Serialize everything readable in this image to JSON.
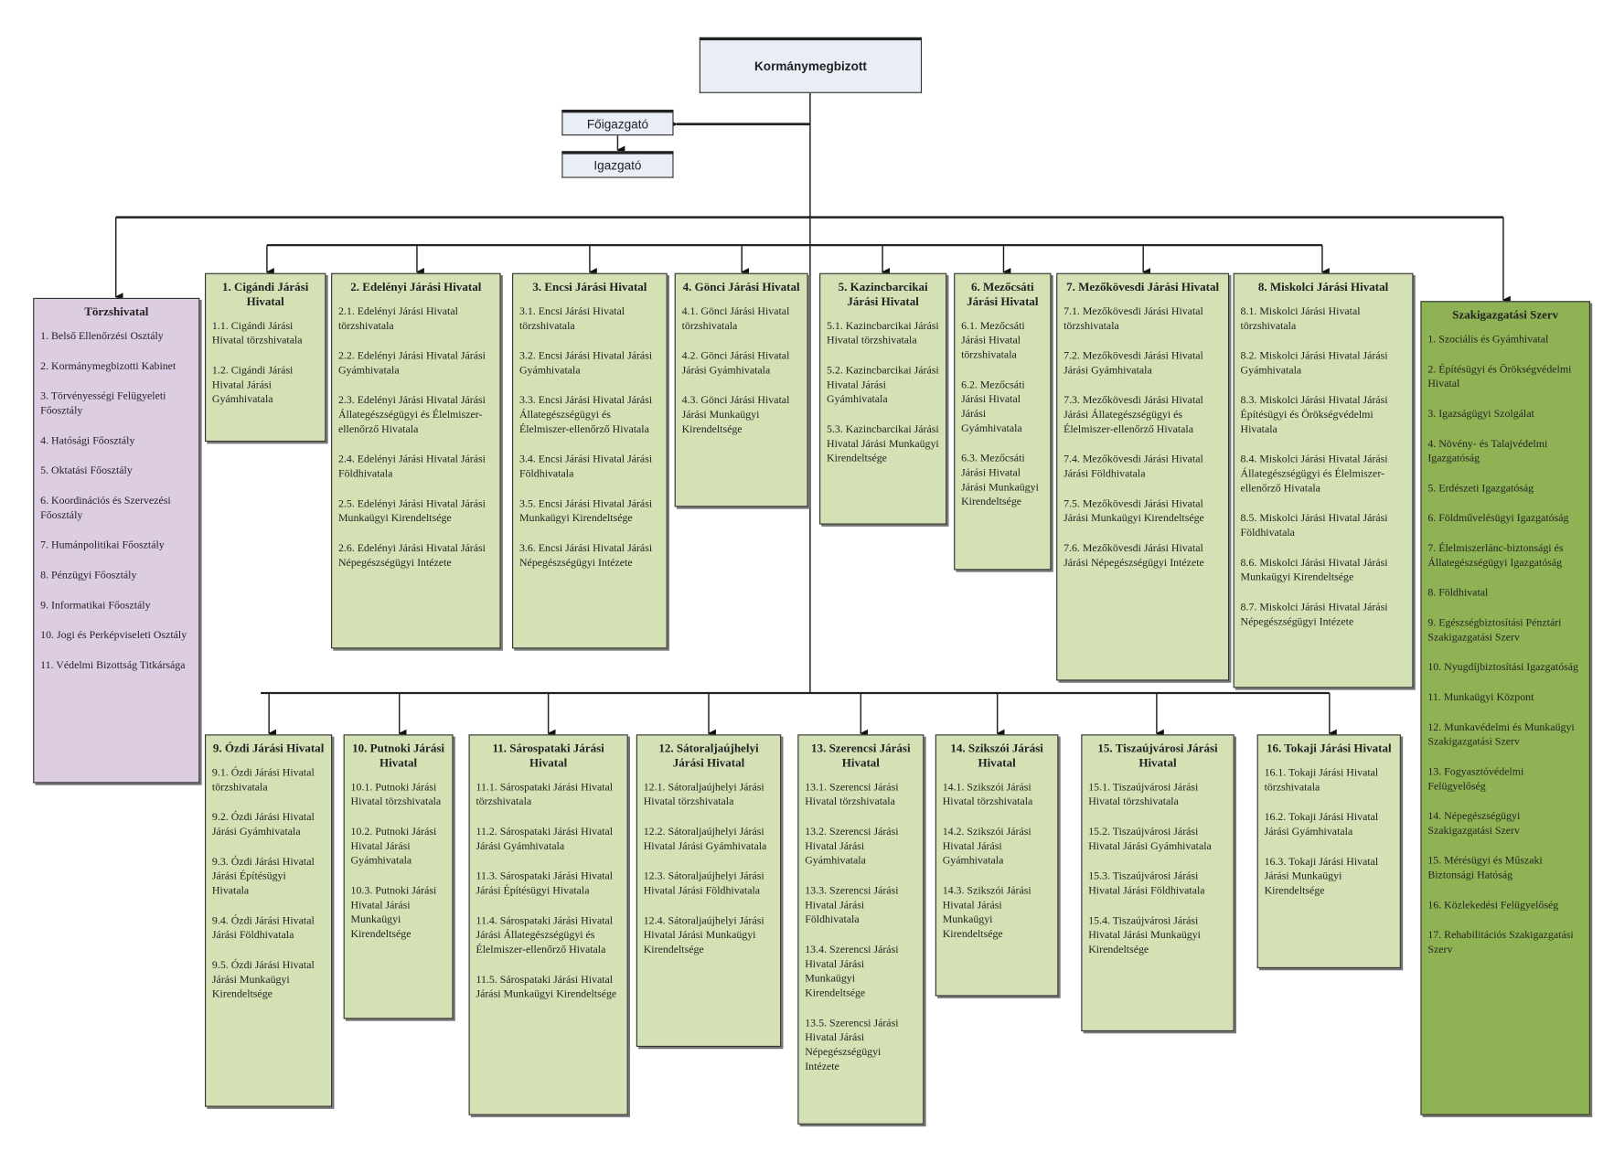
{
  "head": {
    "title": "Kormánymegbizott",
    "deputy": "Főigazgató",
    "director": "Igazgató"
  },
  "torzshivatal": {
    "title": "Törzshivatal",
    "items": [
      "1. Belső Ellenőrzési Osztály",
      "2. Kormánymegbizotti Kabinet",
      "3. Törvényességi Felügyeleti Főosztály",
      "4. Hatósági Főosztály",
      "5. Oktatási Főosztály",
      "6. Koordinációs és Szervezési Főosztály",
      "7. Humánpolitikai Főosztály",
      "8. Pénzügyi Főosztály",
      "9. Informatikai Főosztály",
      "10. Jogi és Perképviseleti Osztály",
      "11. Védelmi Bizottság Titkársága"
    ]
  },
  "szakigazgatasi": {
    "title": "Szakigazgatási Szerv",
    "items": [
      "1. Szociális és Gyámhivatal",
      "2. Építésügyi és Örökségvédelmi Hivatal",
      "3. Igazságügyi Szolgálat",
      "4. Növény- és Talajvédelmi Igazgatóság",
      "5. Erdészeti Igazgatóság",
      "6. Földművelésügyi Igazgatóság",
      "7. Élelmiszerlánc-biztonsági és Állategészségügyi Igazgatóság",
      "8. Földhivatal",
      "9. Egészségbiztosítási Pénztári Szakigazgatási Szerv",
      "10. Nyugdíjbiztosítási Igazgatóság",
      "11. Munkaügyi Központ",
      "12. Munkavédelmi és Munkaügyi Szakigazgatási Szerv",
      "13. Fogyasztóvédelmi Felügyelőség",
      "14. Népegészségügyi Szakigazgatási Szerv",
      "15. Mérésügyi és Műszaki Biztonsági Hatóság",
      "16. Közlekedési Felügyelőség",
      "17. Rehabilitációs Szakigazgatási Szerv"
    ]
  },
  "offices": [
    {
      "title": "1. Cigándi Járási Hivatal",
      "items": [
        "1.1. Cigándi Járási Hivatal törzshivatala",
        "1.2. Cigándi Járási Hivatal Járási Gyámhivatala"
      ]
    },
    {
      "title": "2. Edelényi Járási Hivatal",
      "items": [
        "2.1. Edelényi Járási Hivatal törzshivatala",
        "2.2. Edelényi Járási Hivatal Járási Gyámhivatala",
        "2.3. Edelényi Járási Hivatal Járási Állategészségügyi és Élelmiszer-ellenőrző Hivatala",
        "2.4. Edelényi Járási Hivatal Járási Földhivatala",
        "2.5. Edelényi Járási Hivatal Járási Munkaügyi Kirendeltsége",
        "2.6. Edelényi Járási Hivatal Járási Népegészségügyi Intézete"
      ]
    },
    {
      "title": "3. Encsi Járási Hivatal",
      "items": [
        "3.1. Encsi Járási Hivatal törzshivatala",
        "3.2. Encsi Járási Hivatal Járási Gyámhivatala",
        "3.3. Encsi Járási Hivatal Járási Állategészségügyi és Élelmiszer-ellenőrző Hivatala",
        "3.4. Encsi Járási Hivatal Járási Földhivatala",
        "3.5. Encsi Járási Hivatal Járási Munkaügyi Kirendeltsége",
        "3.6. Encsi Járási Hivatal Járási Népegészségügyi Intézete"
      ]
    },
    {
      "title": "4. Gönci Járási Hivatal",
      "items": [
        "4.1. Gönci Járási Hivatal törzshivatala",
        "4.2. Gönci Járási Hivatal Járási Gyámhivatala",
        "4.3. Gönci Járási Hivatal Járási Munkaügyi Kirendeltsége"
      ]
    },
    {
      "title": "5. Kazincbarcikai Járási Hivatal",
      "items": [
        "5.1. Kazincbarcikai Járási Hivatal törzshivatala",
        "5.2. Kazincbarcikai Járási Hivatal Járási Gyámhivatala",
        "5.3. Kazincbarcikai Járási Hivatal Járási Munkaügyi Kirendeltsége"
      ]
    },
    {
      "title": "6. Mezőcsáti Járási Hivatal",
      "items": [
        "6.1. Mezőcsáti Járási Hivatal törzshivatala",
        "6.2. Mezőcsáti Járási Hivatal Járási Gyámhivatala",
        "6.3. Mezőcsáti Járási Hivatal Járási Munkaügyi Kirendeltsége"
      ]
    },
    {
      "title": "7. Mezőkövesdi Járási Hivatal",
      "items": [
        "7.1. Mezőkövesdi Járási Hivatal törzshivatala",
        "7.2. Mezőkövesdi Járási Hivatal Járási Gyámhivatala",
        "7.3. Mezőkövesdi Járási Hivatal Járási Állategészségügyi és Élelmiszer-ellenőrző Hivatala",
        "7.4. Mezőkövesdi Járási Hivatal Járási Földhivatala",
        "7.5. Mezőkövesdi Járási Hivatal Járási Munkaügyi Kirendeltsége",
        "7.6. Mezőkövesdi Járási Hivatal Járási Népegészségügyi Intézete"
      ]
    },
    {
      "title": "8. Miskolci Járási Hivatal",
      "items": [
        "8.1. Miskolci Járási Hivatal törzshivatala",
        "8.2. Miskolci Járási Hivatal Járási Gyámhivatala",
        "8.3. Miskolci Járási Hivatal Járási Építésügyi és Örökségvédelmi Hivatala",
        "8.4. Miskolci Járási Hivatal Járási Állategészségügyi és Élelmiszer-ellenőrző Hivatala",
        "8.5. Miskolci Járási Hivatal Járási Földhivatala",
        "8.6. Miskolci Járási Hivatal Járási Munkaügyi Kirendeltsége",
        "8.7. Miskolci Járási Hivatal Járási Népegészségügyi Intézete"
      ]
    },
    {
      "title": "9. Ózdi Járási Hivatal",
      "items": [
        "9.1. Ózdi Járási Hivatal törzshivatala",
        "9.2. Ózdi Járási Hivatal Járási Gyámhivatala",
        "9.3. Ózdi Járási Hivatal Járási Építésügyi Hivatala",
        "9.4. Ózdi Járási Hivatal Járási Földhivatala",
        "9.5. Ózdi Járási Hivatal Járási Munkaügyi Kirendeltsége"
      ]
    },
    {
      "title": "10. Putnoki Járási Hivatal",
      "items": [
        "10.1. Putnoki Járási Hivatal törzshivatala",
        "10.2. Putnoki Járási Hivatal Járási Gyámhivatala",
        "10.3. Putnoki Járási Hivatal Járási Munkaügyi Kirendeltsége"
      ]
    },
    {
      "title": "11. Sárospataki Járási Hivatal",
      "items": [
        "11.1. Sárospataki Járási Hivatal törzshivatala",
        "11.2. Sárospataki Járási Hivatal Járási Gyámhivatala",
        "11.3. Sárospataki Járási Hivatal Járási Építésügyi Hivatala",
        "11.4. Sárospataki Járási Hivatal Járási Állategészségügyi és Élelmiszer-ellenőrző Hivatala",
        "11.5. Sárospataki Járási Hivatal Járási Munkaügyi Kirendeltsége"
      ]
    },
    {
      "title": "12. Sátoraljaújhelyi Járási Hivatal",
      "items": [
        "12.1. Sátoraljaújhelyi Járási Hivatal törzshivatala",
        "12.2. Sátoraljaújhelyi Járási Hivatal Járási Gyámhivatala",
        "12.3. Sátoraljaújhelyi Járási Hivatal Járási Földhivatala",
        "12.4. Sátoraljaújhelyi Járási Hivatal Járási Munkaügyi Kirendeltsége"
      ]
    },
    {
      "title": "13. Szerencsi Járási Hivatal",
      "items": [
        "13.1. Szerencsi Járási Hivatal törzshivatala",
        "13.2. Szerencsi Járási Hivatal Járási Gyámhivatala",
        "13.3. Szerencsi Járási Hivatal Járási Földhivatala",
        "13.4. Szerencsi Járási Hivatal Járási Munkaügyi Kirendeltsége",
        "13.5. Szerencsi Járási Hivatal Járási Népegészségügyi Intézete"
      ]
    },
    {
      "title": "14. Szikszói Járási Hivatal",
      "items": [
        "14.1. Szikszói Járási Hivatal törzshivatala",
        "14.2. Szikszói Járási Hivatal Járási Gyámhivatala",
        "14.3. Szikszói Járási Hivatal Járási Munkaügyi Kirendeltsége"
      ]
    },
    {
      "title": "15. Tiszaújvárosi Járási Hivatal",
      "items": [
        "15.1. Tiszaújvárosi Járási Hivatal törzshivatala",
        "15.2. Tiszaújvárosi Járási Hivatal Járási Gyámhivatala",
        "15.3. Tiszaújvárosi Járási Hivatal Járási Földhivatala",
        "15.4. Tiszaújvárosi Járási Hivatal Járási Munkaügyi Kirendeltsége"
      ]
    },
    {
      "title": "16. Tokaji Járási Hivatal",
      "items": [
        "16.1. Tokaji Járási Hivatal törzshivatala",
        "16.2. Tokaji Járási Hivatal Járási Gyámhivatala",
        "16.3. Tokaji Járási Hivatal Járási Munkaügyi Kirendeltsége"
      ]
    }
  ]
}
